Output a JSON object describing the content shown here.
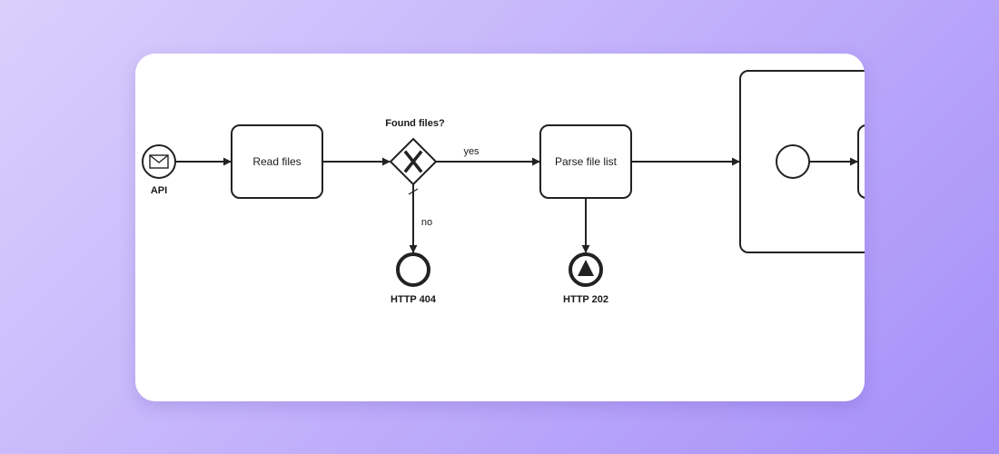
{
  "diagram": {
    "start_event": {
      "label": "API",
      "icon": "envelope-icon"
    },
    "tasks": {
      "read_files": "Read files",
      "parse_file_list": "Parse file list"
    },
    "gateway": {
      "label": "Found files?",
      "icon": "x-icon"
    },
    "flows": {
      "yes": "yes",
      "no": "no"
    },
    "end_events": {
      "not_found": "HTTP 404",
      "accepted": "HTTP 202"
    },
    "colors": {
      "stroke": "#222222",
      "fill": "#ffffff"
    }
  }
}
